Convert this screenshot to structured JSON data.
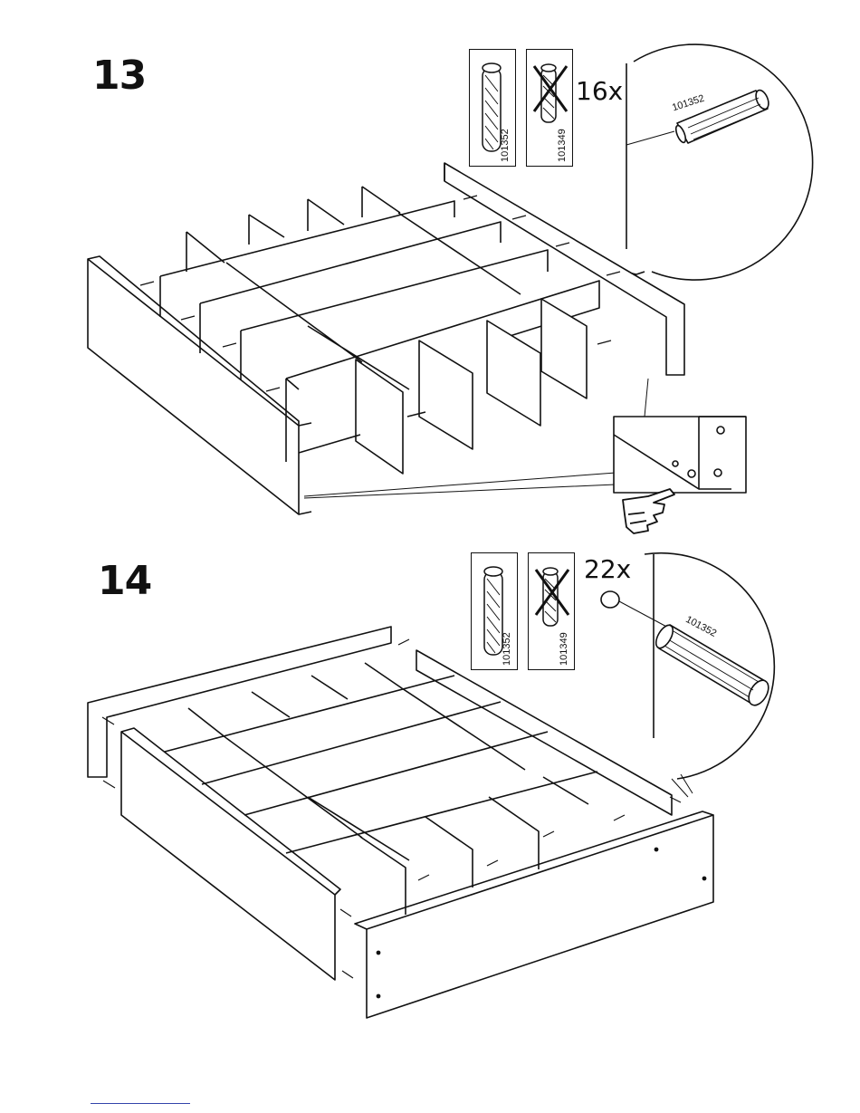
{
  "steps": [
    {
      "number": "13",
      "correct_dowel": {
        "part_number": "101352",
        "icon": "fluted-dowel-icon"
      },
      "wrong_dowel": {
        "part_number": "101349",
        "icon": "crossed-out-dowel-icon"
      },
      "quantity": "16x",
      "zoom_label": "101352",
      "detail_icon": "pointing-hand-icon"
    },
    {
      "number": "14",
      "correct_dowel": {
        "part_number": "101352",
        "icon": "fluted-dowel-icon"
      },
      "wrong_dowel": {
        "part_number": "101349",
        "icon": "crossed-out-dowel-icon"
      },
      "quantity": "22x",
      "zoom_label": "101352"
    }
  ]
}
